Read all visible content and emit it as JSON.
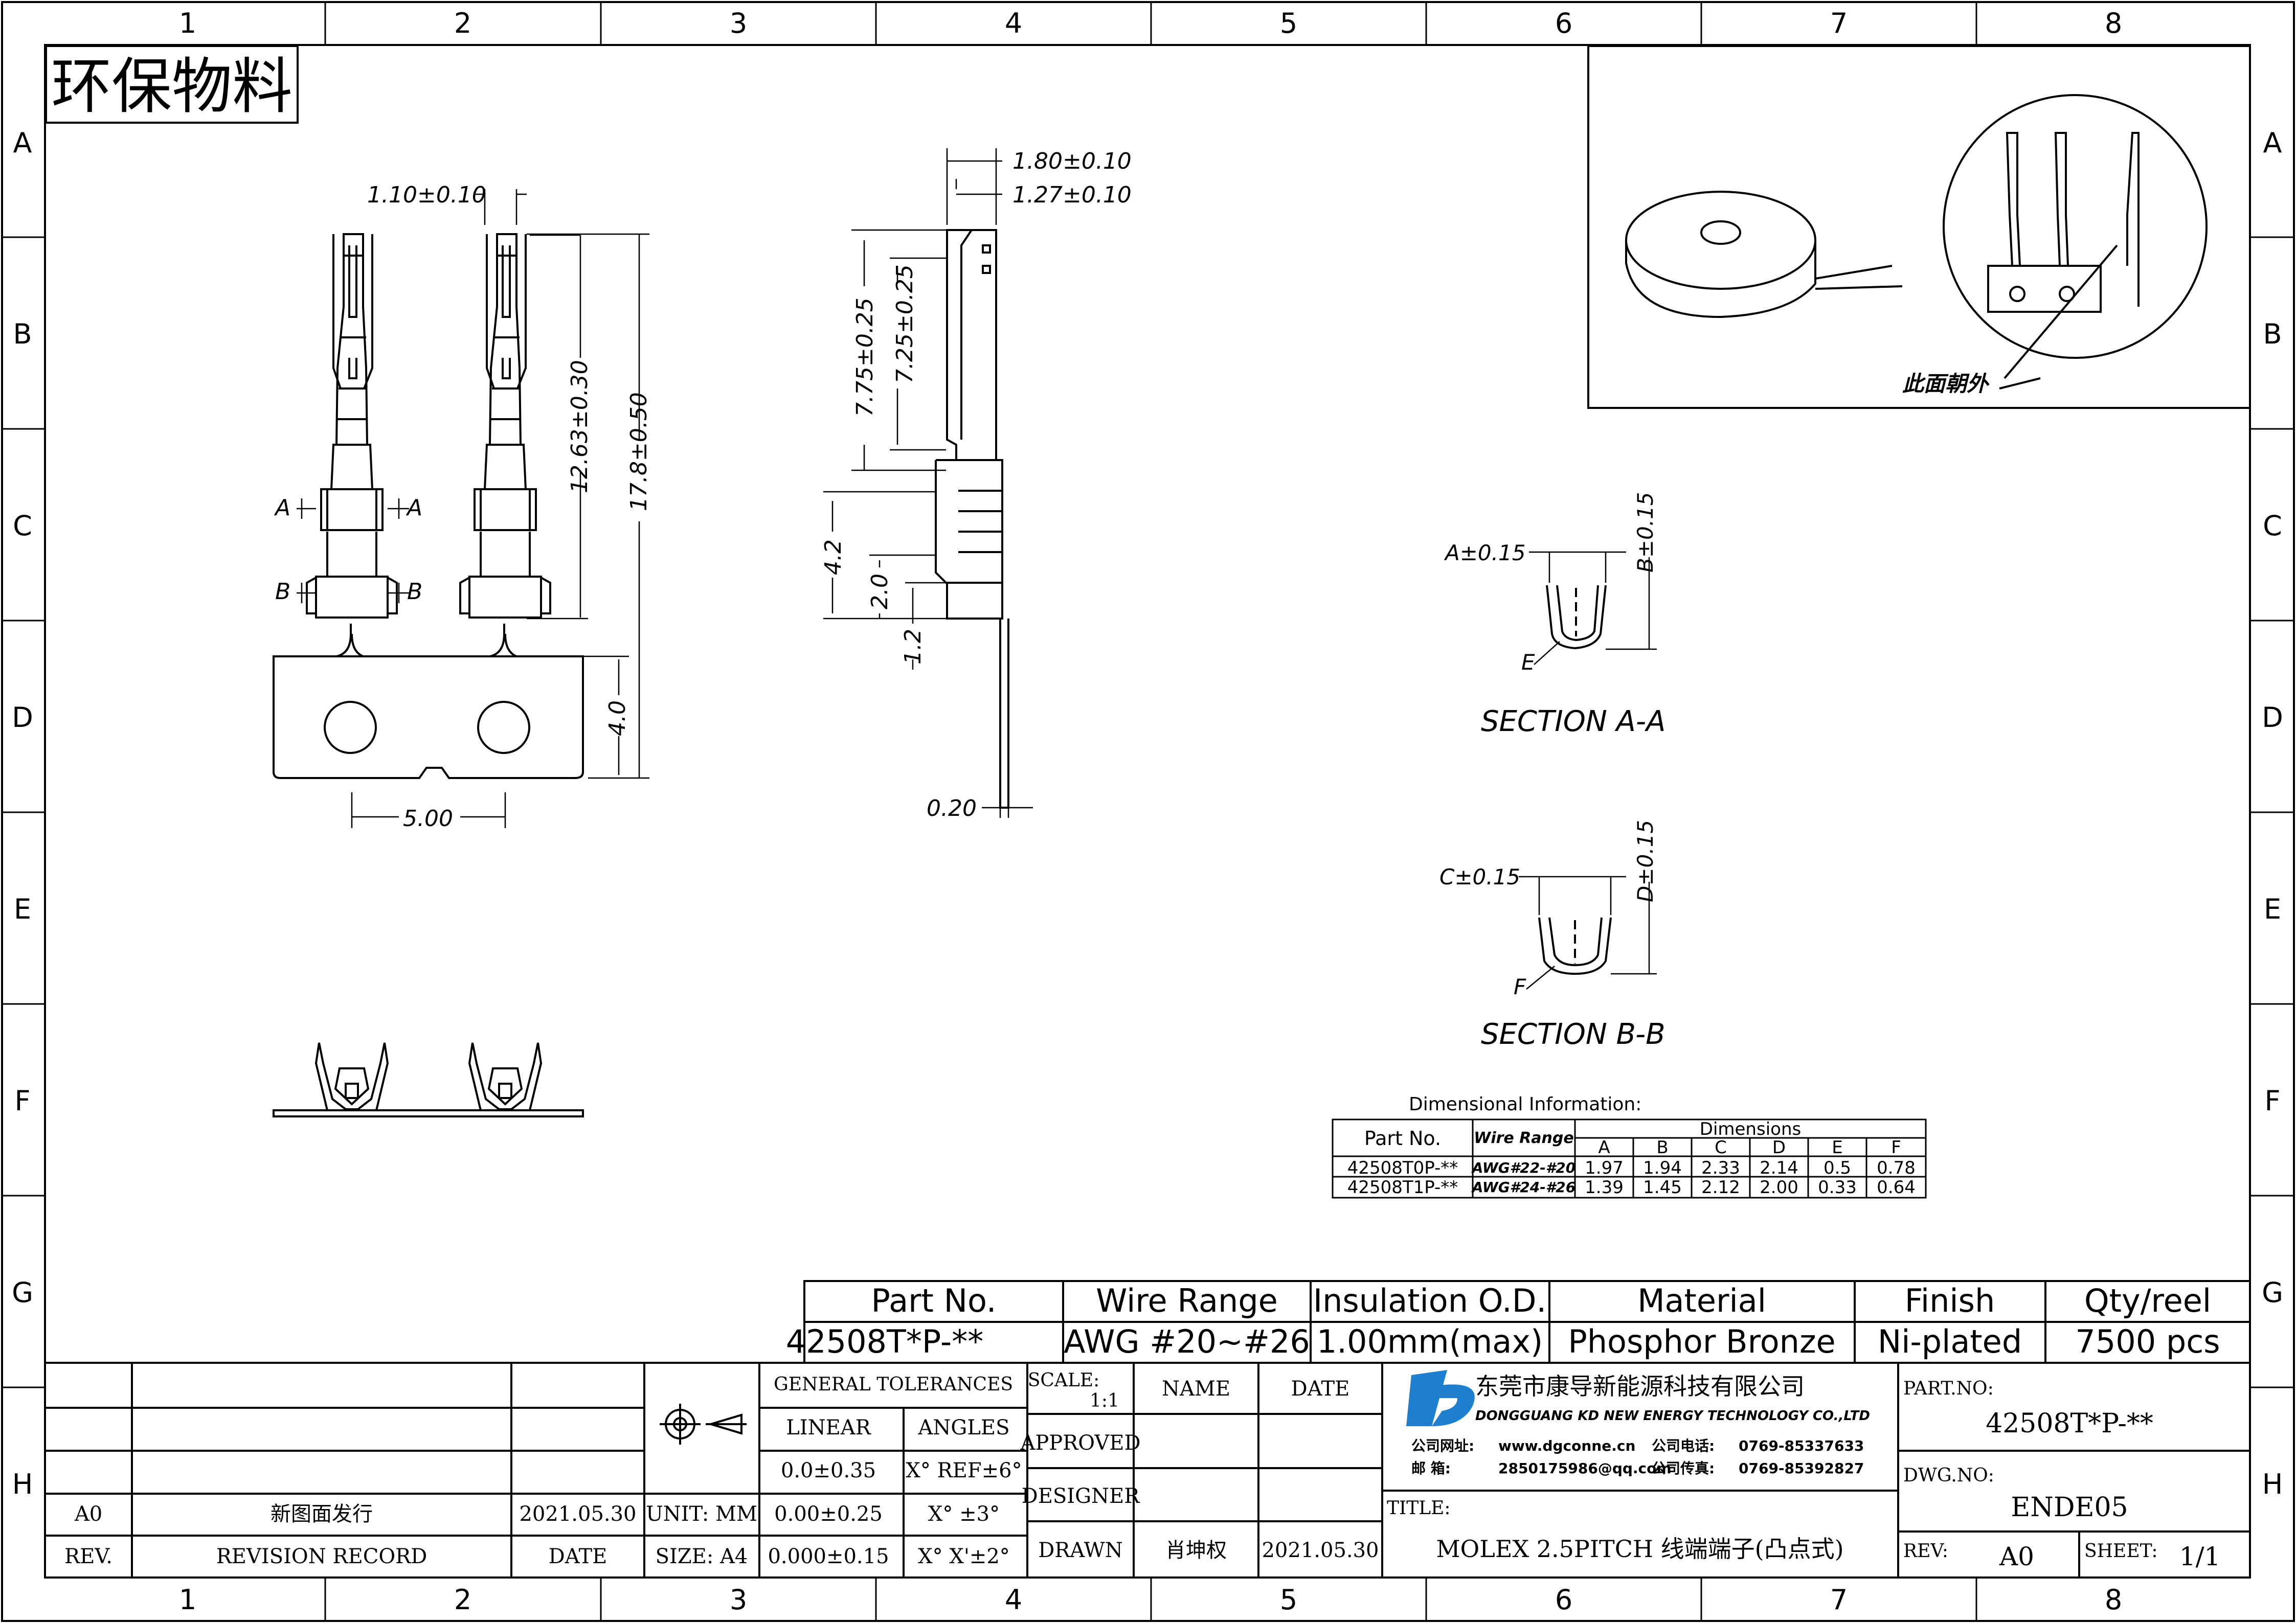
{
  "frame": {
    "cols": [
      "1",
      "2",
      "3",
      "4",
      "5",
      "6",
      "7",
      "8"
    ],
    "rows": [
      "A",
      "B",
      "C",
      "D",
      "E",
      "F",
      "G",
      "H"
    ]
  },
  "badge": "环保物料",
  "front_view": {
    "dim_top": "1.10±0.10",
    "dim_12_63": "12.63±0.30",
    "dim_17_8": "17.8±0.50",
    "dim_4_0": "4.0",
    "dim_5_00": "5.00",
    "sec_a": "A",
    "sec_b": "B"
  },
  "side_view": {
    "dim_1_80": "1.80±0.10",
    "dim_1_27": "1.27±0.10",
    "dim_7_75": "7.75±0.25",
    "dim_7_25": "7.25±0.25",
    "dim_4_2": "4.2",
    "dim_2_0": "2.0",
    "dim_1_2": "1.2",
    "dim_0_20": "0.20"
  },
  "inset": {
    "note": "此面朝外"
  },
  "section_aa": {
    "title": "SECTION A-A",
    "dim_a": "A±0.15",
    "dim_b": "B±0.15",
    "lbl_e": "E"
  },
  "section_bb": {
    "title": "SECTION B-B",
    "dim_c": "C±0.15",
    "dim_d": "D±0.15",
    "lbl_f": "F"
  },
  "dim_table": {
    "caption": "Dimensional Information:",
    "part_no": "Part No.",
    "wire_range": "Wire Range",
    "dimensions": "Dimensions",
    "letters": [
      "A",
      "B",
      "C",
      "D",
      "E",
      "F"
    ],
    "rows": [
      {
        "part": "42508T0P-**",
        "awg": "AWG#22-#20",
        "vals": [
          "1.97",
          "1.94",
          "2.33",
          "2.14",
          "0.5",
          "0.78"
        ]
      },
      {
        "part": "42508T1P-**",
        "awg": "AWG#24-#26",
        "vals": [
          "1.39",
          "1.45",
          "2.12",
          "2.00",
          "0.33",
          "0.64"
        ]
      }
    ]
  },
  "spec": {
    "headers": [
      "Part No.",
      "Wire Range",
      "Insulation O.D.",
      "Material",
      "Finish",
      "Qty/reel"
    ],
    "values": [
      "42508T*P-**",
      "AWG #20~#26",
      "1.00mm(max)",
      "Phosphor Bronze",
      "Ni-plated",
      "7500 pcs"
    ]
  },
  "title_block": {
    "rev_row": {
      "rev": "A0",
      "record": "新图面发行",
      "date": "2021.05.30"
    },
    "rev_hdr": {
      "rev": "REV.",
      "record": "REVISION RECORD",
      "date": "DATE"
    },
    "unit": "UNIT: MM",
    "size": "SIZE: A4",
    "general_tol": "GENERAL TOLERANCES",
    "linear": "LINEAR",
    "angles": "ANGLES",
    "tol_rows": [
      {
        "lin": "0.0±0.35",
        "ang": "X° REF±6°"
      },
      {
        "lin": "0.00±0.25",
        "ang": "X° ±3°"
      },
      {
        "lin": "0.000±0.15",
        "ang": "X° X'±2°"
      }
    ],
    "scale_label": "SCALE:",
    "scale_value": "1:1",
    "name_label": "NAME",
    "date_label": "DATE",
    "approved": "APPROVED",
    "designer": "DESIGNER",
    "drawn": "DRAWN",
    "drawn_name": "肖坤权",
    "drawn_date": "2021.05.30",
    "company_cn": "东莞市康导新能源科技有限公司",
    "company_en": "DONGGUANG KD NEW ENERGY TECHNOLOGY CO.,LTD",
    "web_label": "公司网址:",
    "web": "www.dgconne.cn",
    "tel_label": "公司电话:",
    "tel": "0769-85337633",
    "mail_label": "邮    箱:",
    "mail": "2850175986@qq.com",
    "fax_label": "公司传真:",
    "fax": "0769-85392827",
    "title_label": "TITLE:",
    "title": "MOLEX 2.5PITCH 线端端子(凸点式)",
    "part_no_label": "PART.NO:",
    "part_no": "42508T*P-**",
    "dwg_no_label": "DWG.NO:",
    "dwg_no": "ENDE05",
    "rev_label": "REV:",
    "rev": "A0",
    "sheet_label": "SHEET:",
    "sheet": "1/1",
    "logo_color": "#1e7fd0"
  }
}
